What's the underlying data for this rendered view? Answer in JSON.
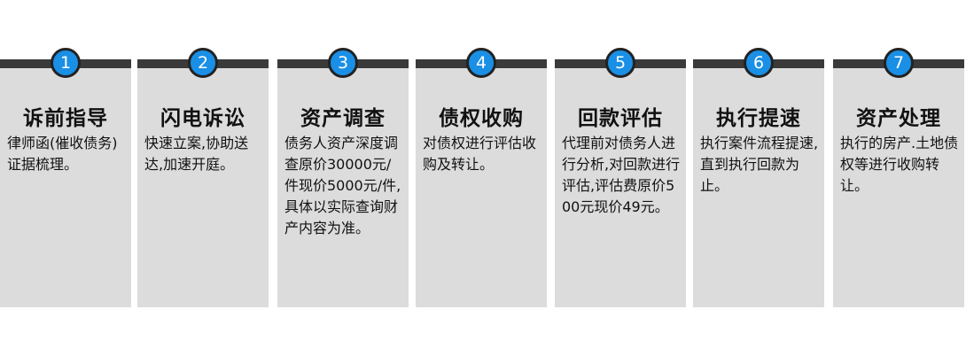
{
  "steps": [
    {
      "number": "1",
      "title": "诉前指导",
      "desc": "律师函(催收债务)证据梳理。"
    },
    {
      "number": "2",
      "title": "闪电诉讼",
      "desc": "快速立案,协助送达,加速开庭。"
    },
    {
      "number": "3",
      "title": "资产调查",
      "desc": "债务人资产深度调查原价30000元/件现价5000元/件,具体以实际查询财产内容为准。"
    },
    {
      "number": "4",
      "title": "债权收购",
      "desc": "对债权进行评估收购及转让。"
    },
    {
      "number": "5",
      "title": "回款评估",
      "desc": "代理前对债务人进行分析,对回款进行评估,评估费原价500元现价49元。"
    },
    {
      "number": "6",
      "title": "执行提速",
      "desc": "执行案件流程提速,直到执行回款为止。"
    },
    {
      "number": "7",
      "title": "资产处理",
      "desc": "执行的房产.土地债权等进行收购转让。"
    }
  ],
  "colors": {
    "bar": "#3a3a3a",
    "card": "#dcdcdc",
    "badge": "#1a8fe6",
    "badge_border": "#222222"
  }
}
